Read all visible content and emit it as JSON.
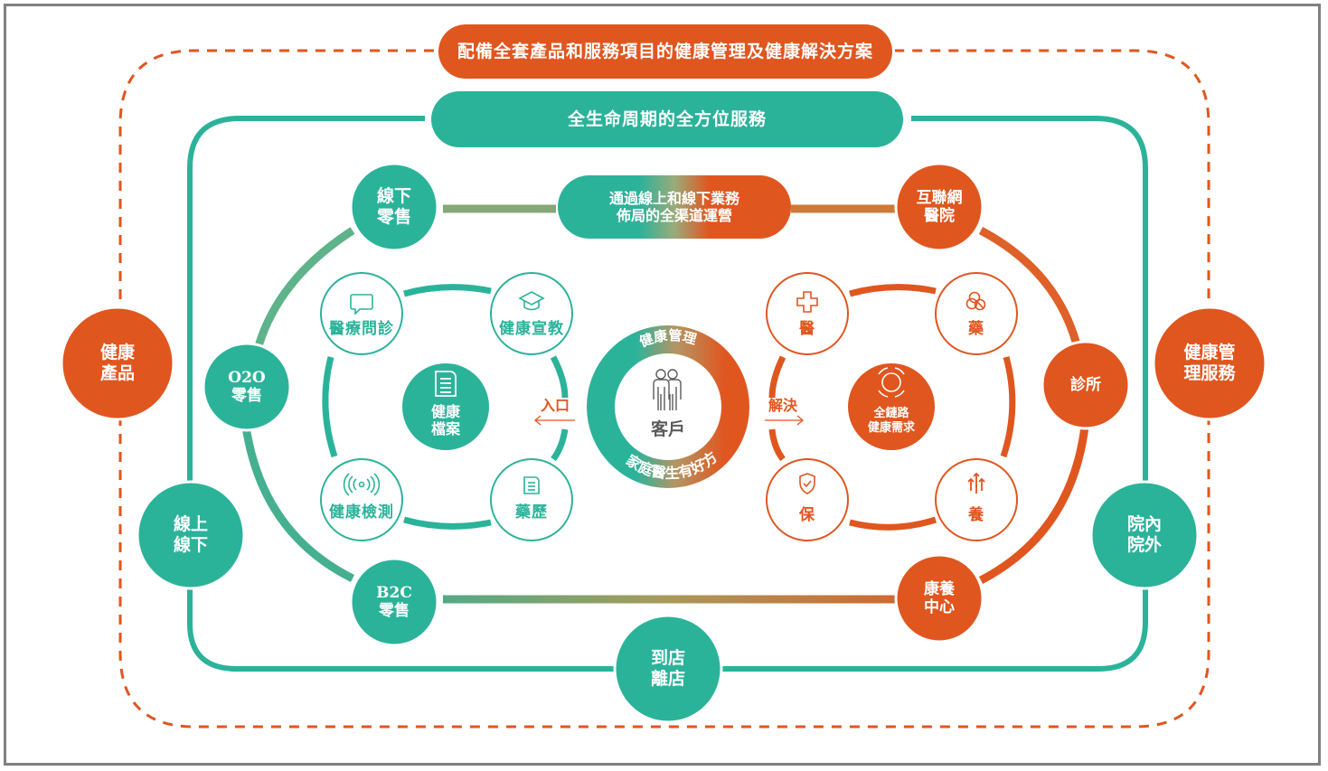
{
  "colors": {
    "teal": "#2bb39a",
    "orange": "#e0561f",
    "frame_border": "#808080",
    "icon_grey": "#5a5a5a"
  },
  "header": {
    "top_banner": "配備全套產品和服務項目的健康管理及健康解決方案",
    "second_banner": "全生命周期的全方位服務"
  },
  "channel_banner": {
    "line1": "通過線上和線下業務",
    "line2": "佈局的全渠道運營"
  },
  "outer_nodes": {
    "health_products": {
      "line1": "健康",
      "line2": "產品"
    },
    "health_mgmt_services": {
      "line1": "健康管",
      "line2": "理服務"
    },
    "online_offline": {
      "line1": "線上",
      "line2": "線下"
    },
    "in_out_hospital": {
      "line1": "院內",
      "line2": "院外"
    },
    "to_from_store": {
      "line1": "到店",
      "line2": "離店"
    }
  },
  "ring_nodes": {
    "offline_retail": {
      "line1": "線下",
      "line2": "零售"
    },
    "o2o_retail": {
      "line1": "O2O",
      "line2": "零售"
    },
    "b2c_retail": {
      "line1": "B2C",
      "line2": "零售"
    },
    "internet_hospital": {
      "line1": "互聯網",
      "line2": "醫院"
    },
    "clinic": {
      "line1": "診所"
    },
    "rehab_center": {
      "line1": "康養",
      "line2": "中心"
    }
  },
  "left_cluster": {
    "center": {
      "line1": "健康",
      "line2": "檔案",
      "icon": "document-icon"
    },
    "items": [
      {
        "label": "醫療問診",
        "icon": "chat-bubble-icon"
      },
      {
        "label": "健康宣教",
        "icon": "graduation-cap-icon"
      },
      {
        "label": "健康檢測",
        "icon": "signal-waves-icon"
      },
      {
        "label": "藥歷",
        "icon": "document-list-icon"
      }
    ],
    "arrow_label": "入口"
  },
  "center_ring": {
    "top_arc": "健康管理",
    "bottom_arc": "家庭醫生有好方",
    "label": "客戶",
    "icon": "people-icon"
  },
  "right_cluster": {
    "center": {
      "line1": "全鏈路",
      "line2": "健康需求",
      "icon": "cycle-icon"
    },
    "items": [
      {
        "label": "醫",
        "icon": "medical-cross-icon"
      },
      {
        "label": "藥",
        "icon": "pills-icon"
      },
      {
        "label": "保",
        "icon": "shield-check-icon"
      },
      {
        "label": "養",
        "icon": "arrows-up-icon"
      }
    ],
    "arrow_label": "解決"
  }
}
